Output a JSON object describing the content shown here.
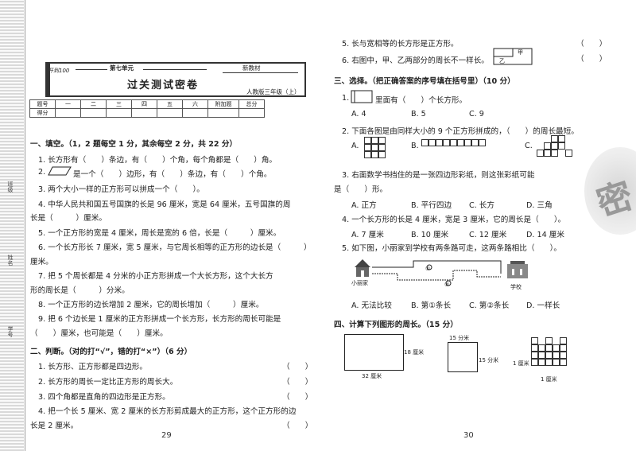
{
  "margin": {
    "labels": [
      "班级",
      "姓名",
      "学号"
    ]
  },
  "header": {
    "brand": "开到100",
    "unit": "第七单元",
    "edition_top": "新教材",
    "title": "过关测试密卷",
    "edition": "人教版三年级（上）"
  },
  "score_table": {
    "row1": [
      "题号",
      "一",
      "二",
      "三",
      "四",
      "五",
      "六",
      "附加题",
      "总分"
    ],
    "row2": [
      "得分",
      "",
      "",
      "",
      "",
      "",
      "",
      "",
      ""
    ]
  },
  "left": {
    "s1_title": "一、填空。（1，2 题每空 1 分，其余每空 2 分，共 22 分）",
    "s1_q1": "1. 长方形有（　　）条边，有（　　）个角，每个角都是（　　）角。",
    "s1_q2a": "2.",
    "s1_q2b": "是一个（　　）边形，有（　　）条边，有（　　）个角。",
    "s1_q3": "3. 两个大小一样的正方形可以拼成一个（　　）。",
    "s1_q4a": "4. 中华人民共和国五号国旗的长是 96 厘米，宽是 64 厘米，五号国旗的周",
    "s1_q4b": "长是（　　　）厘米。",
    "s1_q5": "5. 一个正方形的宽是 4 厘米，周长是宽的 6 倍，长是（　　　）厘米。",
    "s1_q6a": "6. 一个长方形长 7 厘米，宽 5 厘米，与它周长相等的正方形的边长是（　　　）",
    "s1_q6b": "厘米。",
    "s1_q7a": "7. 把 5 个周长都是 4 分米的小正方形拼成一个大长方形，这个大长方",
    "s1_q7b": "形的周长是（　　　）分米。",
    "s1_q8": "8. 一个正方形的边长增加 2 厘米，它的周长增加（　　　）厘米。",
    "s1_q9a": "9. 把 6 个边长是 1 厘米的正方形拼成一个长方形，长方形的周长可能是",
    "s1_q9b": "（　　）厘米，也可能是（　　）厘米。",
    "s2_title": "二、判断。（对的打“√”，错的打“×”）（6 分）",
    "s2_q1": "1. 长方形、正方形都是四边形。",
    "s2_q2": "2. 长方形的周长一定比正方形的周长大。",
    "s2_q3": "3. 四个角都是直角的四边形是正方形。",
    "s2_q4a": "4. 把一个长 5 厘米、宽 2 厘米的长方形剪成最大的正方形，这个正方形的边",
    "s2_q4b": "长是 2 厘米。",
    "judge_paren": "（　　）",
    "page": "29"
  },
  "right": {
    "s2_q5": "5. 长与宽相等的长方形是正方形。",
    "s2_q6": "6. 右图中，甲、乙两部分的周长不一样长。",
    "fig_jia": "甲",
    "fig_yi": "乙",
    "judge_paren": "（　　）",
    "s3_title": "三、选择。（把正确答案的序号填在括号里）（10 分）",
    "s3_q1a": "1.",
    "s3_q1b": "里面有（　　）个长方形。",
    "s3_q1_opts": [
      "A. 4",
      "B. 5",
      "C. 9"
    ],
    "s3_q2": "2. 下面各图是由同样大小的 9 个正方形拼成的，（　　）的周长最短。",
    "s3_q2_opts": [
      "A.",
      "B.",
      "C."
    ],
    "s3_q3a": "3. 右面数学书挡住的是一张四边形彩纸，则这张彩纸可能",
    "s3_q3b": "是（　　）形。",
    "s3_q3_opts": [
      "A. 正方",
      "B. 平行四边",
      "C. 长方",
      "D. 三角"
    ],
    "s3_q4": "4. 一个长方形的长是 4 厘米，宽是 3 厘米，它的周长是（　　）。",
    "s3_q4_opts": [
      "A. 7 厘米",
      "B. 10 厘米",
      "C. 12 厘米",
      "D. 14 厘米"
    ],
    "s3_q5": "5. 如下图，小丽家到学校有两条路可走，这两条路相比（　　）。",
    "map_home": "小丽家",
    "map_school": "学校",
    "map_1": "①",
    "map_2": "②",
    "s3_q5_opts": [
      "A. 无法比较",
      "B. 第①条长",
      "C. 第②条长",
      "D. 一样长"
    ],
    "s4_title": "四、计算下列图形的周长。（15 分）",
    "fig1_side": "18 厘米",
    "fig1_bottom": "32 厘米",
    "fig2_top": "15 分米",
    "fig2_side": "15 分米",
    "fig3_side": "1 厘米",
    "fig3_bottom": "1 厘米",
    "stamp": "密",
    "page": "30"
  }
}
